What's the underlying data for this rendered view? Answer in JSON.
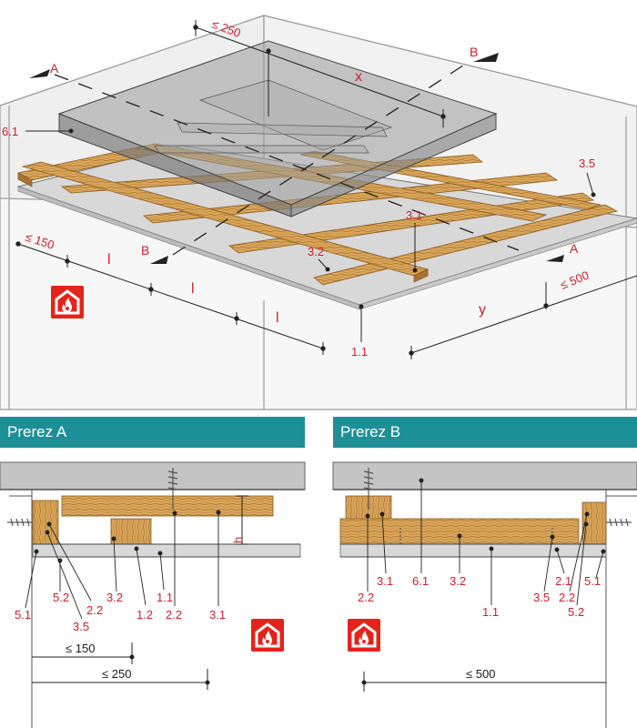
{
  "axon": {
    "section_a_mark": "A",
    "section_b_mark": "B",
    "x_label": "x",
    "y_label": "y",
    "l_label": "l",
    "spacing_250": "≤ 250",
    "spacing_150": "≤ 150",
    "spacing_500": "≤ 500",
    "callouts": {
      "c61": "6.1",
      "c35": "3.5",
      "c31": "3.1",
      "c32": "3.2",
      "c11": "1.1"
    }
  },
  "section_a": {
    "title": "Prerez A",
    "h_label": "h",
    "callouts": [
      "5.2",
      "5.1",
      "2.2",
      "3.5",
      "3.2",
      "1.2",
      "1.1",
      "2.2",
      "3.1"
    ],
    "dim_150": "≤ 150",
    "dim_250": "≤ 250"
  },
  "section_b": {
    "title": "Prerez B",
    "callouts": [
      "2.2",
      "3.1",
      "6.1",
      "3.2",
      "1.1",
      "3.5",
      "2.1",
      "2.2",
      "5.2",
      "5.1"
    ],
    "dim_500": "≤ 500"
  },
  "colors": {
    "wood": "#d9a65a",
    "wood_dark": "#a8742f",
    "board": "#d8d8d8",
    "insulation_box": "#8c8c8c",
    "slab": "#c4c4c4",
    "callout_red": "#cc1f2a",
    "teal": "#1d8f96",
    "fire_red": "#e3241b"
  },
  "icons": [
    "fire-protection-icon"
  ]
}
